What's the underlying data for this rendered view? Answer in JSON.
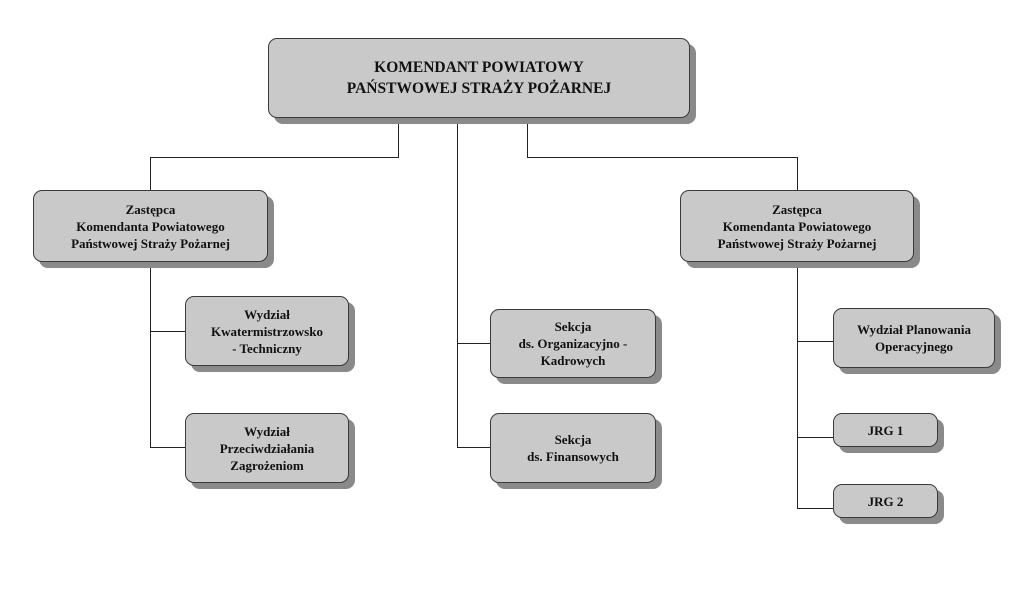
{
  "chart": {
    "root": "KOMENDANT POWIATOWY\nPAŃSTWOWEJ STRAŻY POŻARNEJ",
    "deputy_left": "Zastępca\nKomendanta Powiatowego\nPaństwowej Straży Pożarnej",
    "deputy_right": "Zastępca\nKomendanta Powiatowego\nPaństwowej Straży Pożarnej",
    "left_units": [
      "Wydział\nKwatermistrzowsko\n- Techniczny",
      "Wydział\nPrzeciwdziałania\nZagrożeniom"
    ],
    "middle_units": [
      "Sekcja\nds. Organizacyjno -\nKadrowych",
      "Sekcja\nds. Finansowych"
    ],
    "right_units": [
      "Wydział Planowania\nOperacyjnego",
      "JRG 1",
      "JRG 2"
    ]
  }
}
